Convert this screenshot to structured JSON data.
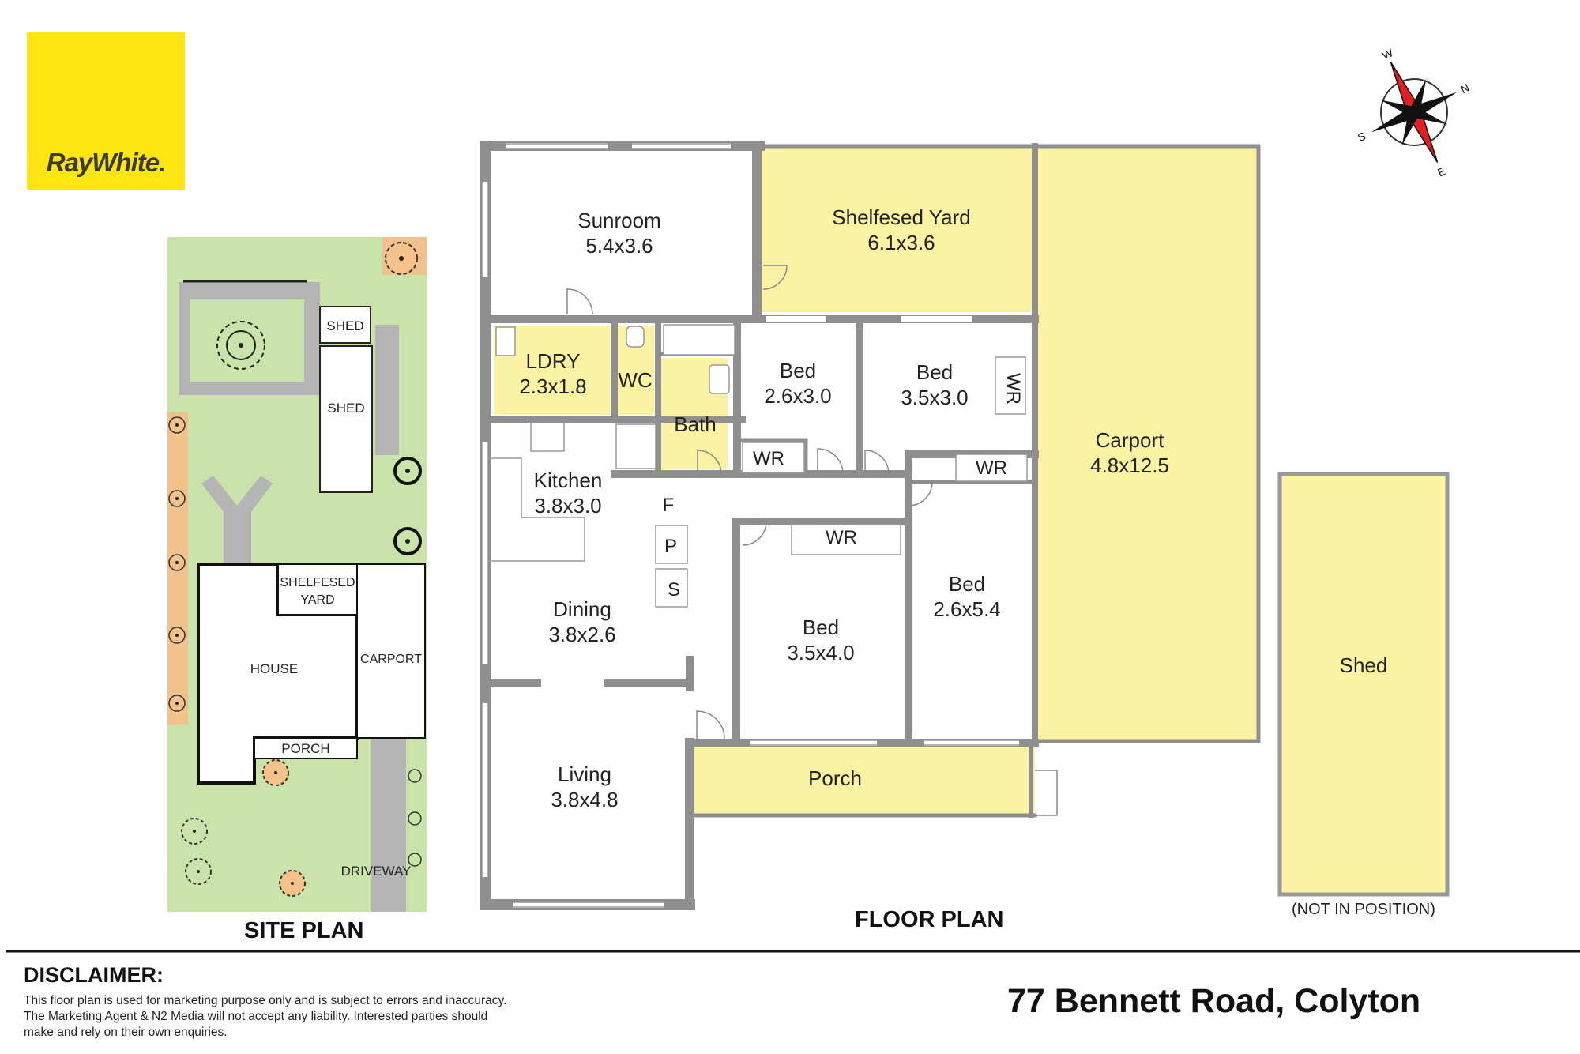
{
  "brand": {
    "logo_text": "RayWhite.",
    "logo_bg": "#ffe512",
    "logo_fg": "#3a3a3a"
  },
  "colors": {
    "wall": "#8f8f8f",
    "yellow": "#fbf3a4",
    "room": "#ffffff",
    "grass": "#c9e3ab",
    "path": "#b5b5b5",
    "hedge": "#f2c28c",
    "house_outline": "#111111"
  },
  "site_plan": {
    "caption": "SITE PLAN",
    "labels": {
      "shed_top": "SHED",
      "shed_main": "SHED",
      "shelfesed_yard_line1": "SHELFESED",
      "shelfesed_yard_line2": "YARD",
      "house": "HOUSE",
      "carport": "CARPORT",
      "porch": "PORCH",
      "driveway": "DRIVEWAY"
    }
  },
  "floor_plan": {
    "caption": "FLOOR PLAN",
    "rooms": {
      "sunroom": {
        "name": "Sunroom",
        "dims": "5.4x3.6"
      },
      "shelfesed_yard": {
        "name": "Shelfesed Yard",
        "dims": "6.1x3.6"
      },
      "ldry": {
        "name": "LDRY",
        "dims": "2.3x1.8"
      },
      "wc": {
        "name": "WC"
      },
      "bath": {
        "name": "Bath"
      },
      "bed1": {
        "name": "Bed",
        "dims": "2.6x3.0"
      },
      "bed2": {
        "name": "Bed",
        "dims": "3.5x3.0"
      },
      "bed3": {
        "name": "Bed",
        "dims": "3.5x4.0"
      },
      "bed4": {
        "name": "Bed",
        "dims": "2.6x5.4"
      },
      "kitchen": {
        "name": "Kitchen",
        "dims": "3.8x3.0"
      },
      "dining": {
        "name": "Dining",
        "dims": "3.8x2.6"
      },
      "living": {
        "name": "Living",
        "dims": "3.8x4.8"
      },
      "carport": {
        "name": "Carport",
        "dims": "4.8x12.5"
      },
      "porch": {
        "name": "Porch"
      },
      "shed": {
        "name": "Shed"
      }
    },
    "fixtures": {
      "wr_bed1": "WR",
      "wr_bed2": "WR",
      "wr_bed3": "WR",
      "wr_bed4": "WR",
      "fridge": "F",
      "pantry": "P",
      "storage": "S"
    },
    "shed_note": "(NOT IN POSITION)"
  },
  "compass": {
    "n": "N",
    "s": "S",
    "e": "E",
    "w": "W"
  },
  "disclaimer": {
    "title": "DISCLAIMER:",
    "line1": "This floor plan is used for marketing purpose only and is subject to errors and inaccuracy.",
    "line2": "The Marketing Agent & N2 Media will not accept any liability. Interested parties should",
    "line3": "make and rely on their own enquiries."
  },
  "address": "77 Bennett Road, Colyton"
}
